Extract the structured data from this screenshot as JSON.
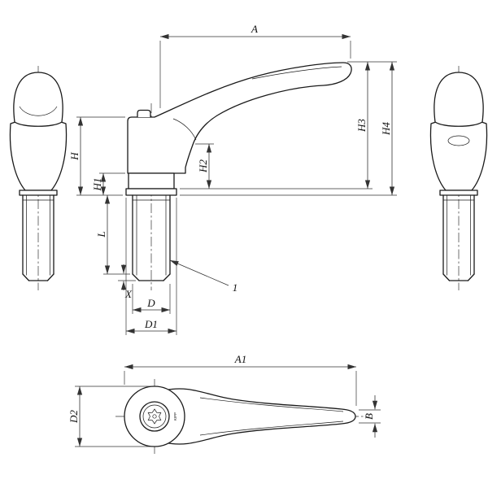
{
  "drawing": {
    "background": "#ffffff",
    "line_color": "#1a1a1a",
    "dim_color": "#333333"
  },
  "dims": {
    "A": "A",
    "H": "H",
    "H1": "H1",
    "H2": "H2",
    "H3": "H3",
    "H4": "H4",
    "L": "L",
    "X": "X",
    "D": "D",
    "D1": "D1",
    "A1": "A1",
    "D2": "D2",
    "B": "B",
    "callout_1": "1"
  },
  "marking": "KIPP"
}
